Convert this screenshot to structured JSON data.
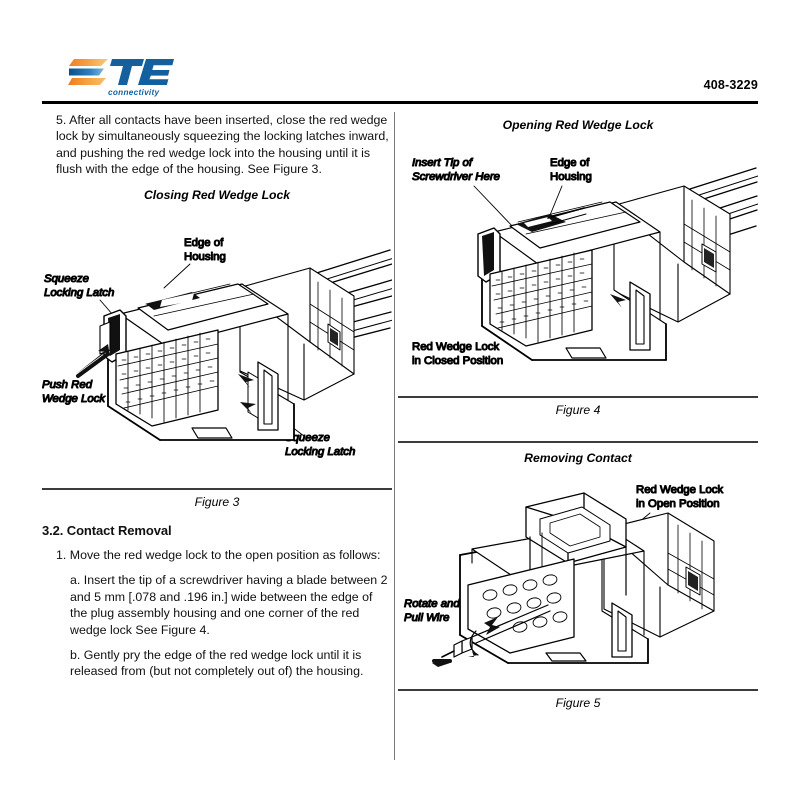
{
  "header": {
    "logo_name": "te-connectivity-logo",
    "logo_wordmark": "TE",
    "logo_tagline": "connectivity",
    "doc_number": "408-3229",
    "colors": {
      "logo_orange": "#F5A03C",
      "logo_blue": "#14609E",
      "rule": "#000000"
    }
  },
  "left_column": {
    "step5": "5. After all contacts have been inserted, close the red wedge lock by simultaneously squeezing the locking latches inward, and pushing the red wedge lock into the housing until it is flush with the edge of the housing. See Figure 3.",
    "figure3": {
      "title": "Closing Red Wedge Lock",
      "caption": "Figure 3",
      "labels": {
        "edge_of_housing": [
          "Edge of",
          "Housing"
        ],
        "squeeze_latch_left": [
          "Squeeze",
          "Locking Latch"
        ],
        "push_red_wedge": [
          "Push Red",
          "Wedge Lock"
        ],
        "squeeze_latch_right": [
          "Squeeze",
          "Locking Latch"
        ]
      }
    },
    "section": {
      "number_title": "3.2. Contact Removal",
      "item1": "1. Move the red wedge lock to the open position as follows:",
      "item1a": "a. Insert the tip of a screwdriver having a blade between 2 and 5 mm [.078 and .196 in.] wide between the edge of the plug assembly housing and one corner of the red wedge lock See Figure 4.",
      "item1b": "b. Gently pry the edge of the red wedge lock until it is released from (but not completely out of) the housing."
    }
  },
  "right_column": {
    "figure4": {
      "title": "Opening Red Wedge Lock",
      "caption": "Figure 4",
      "labels": {
        "insert_tip": [
          "Insert Tip of",
          "Screwdriver Here"
        ],
        "edge_of_housing": [
          "Edge of",
          "Housing"
        ],
        "closed_position": [
          "Red Wedge Lock",
          "in Closed Position"
        ]
      }
    },
    "figure5": {
      "title": "Removing Contact",
      "caption": "Figure 5",
      "labels": {
        "open_position": [
          "Red Wedge Lock",
          "in Open Position"
        ],
        "rotate_pull": [
          "Rotate and",
          "Pull Wire"
        ]
      }
    }
  }
}
